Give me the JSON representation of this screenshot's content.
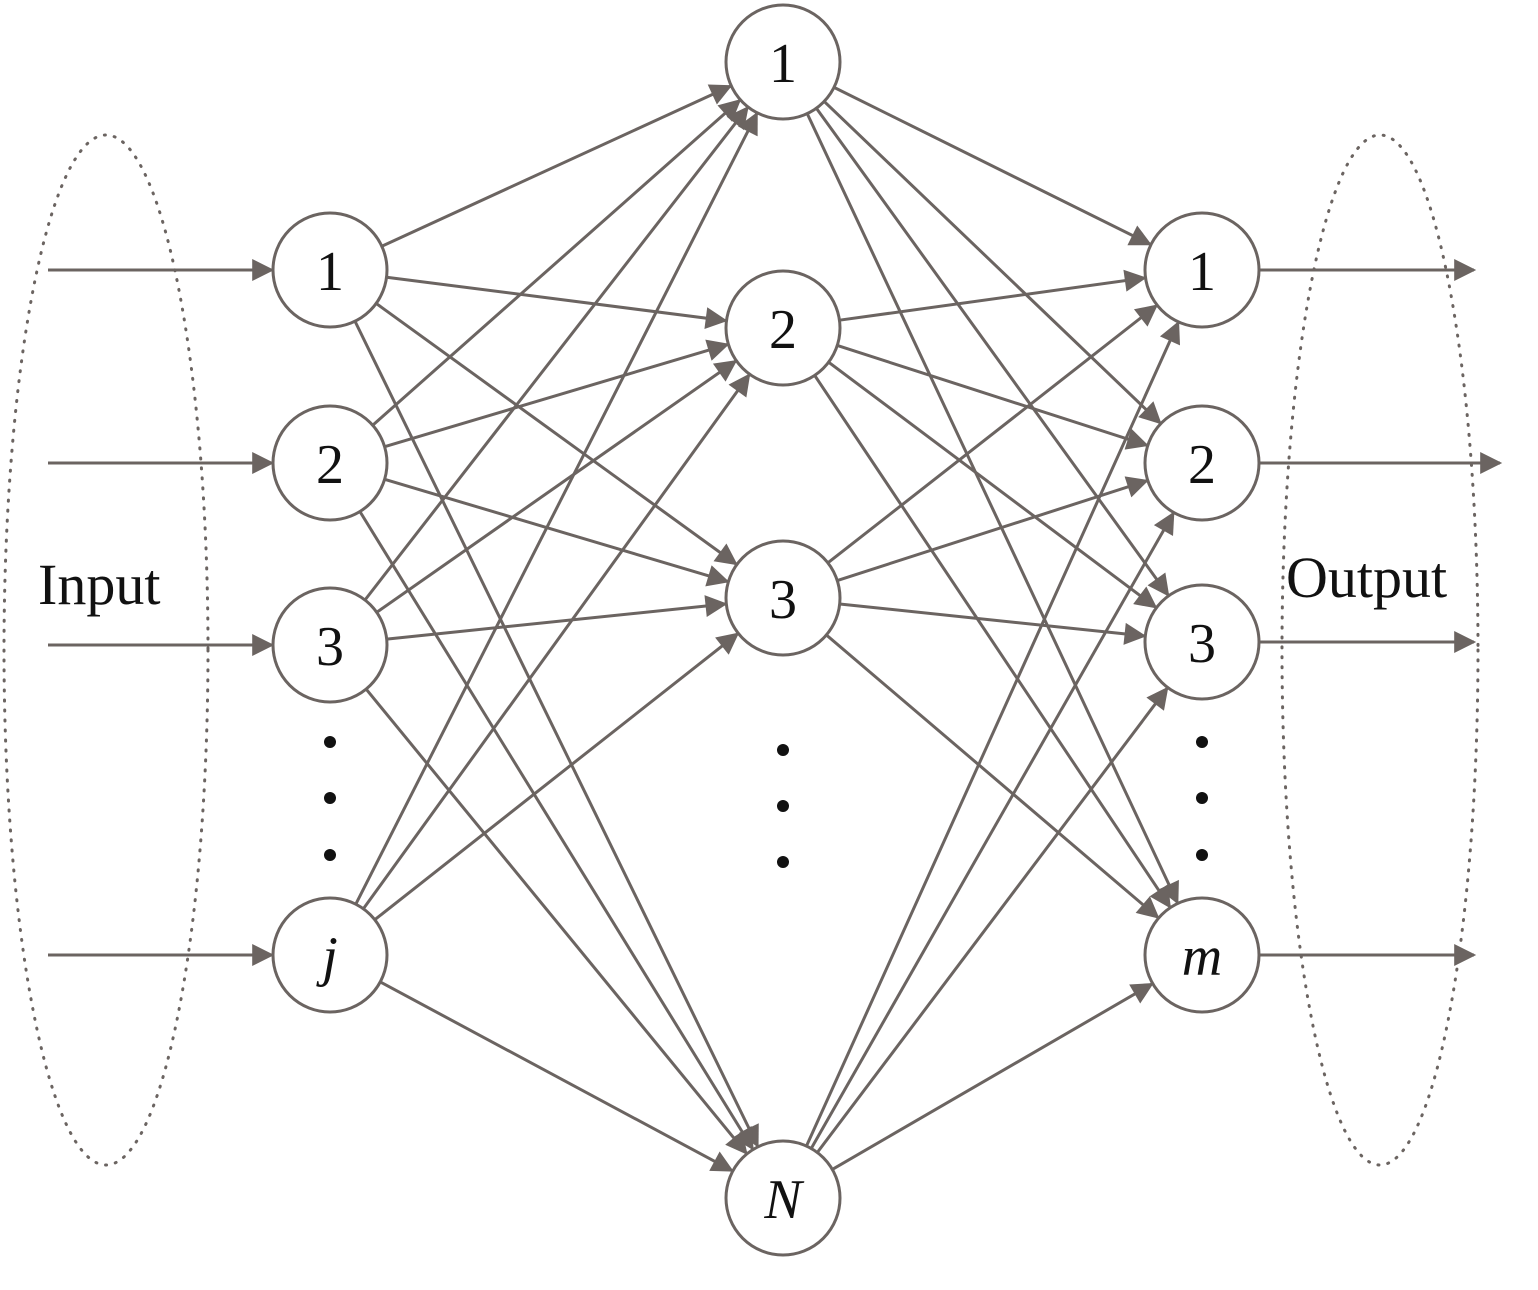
{
  "diagram": {
    "input_label": "Input",
    "output_label": "Output",
    "layers": [
      {
        "name": "input",
        "nodes": [
          {
            "id": "in1",
            "label": "1",
            "italic": false
          },
          {
            "id": "in2",
            "label": "2",
            "italic": false
          },
          {
            "id": "in3",
            "label": "3",
            "italic": false
          },
          {
            "id": "inj",
            "label": "j",
            "italic": true
          }
        ]
      },
      {
        "name": "hidden",
        "nodes": [
          {
            "id": "h1",
            "label": "1",
            "italic": false
          },
          {
            "id": "h2",
            "label": "2",
            "italic": false
          },
          {
            "id": "h3",
            "label": "3",
            "italic": false
          },
          {
            "id": "hN",
            "label": "N",
            "italic": true
          }
        ]
      },
      {
        "name": "output",
        "nodes": [
          {
            "id": "o1",
            "label": "1",
            "italic": false
          },
          {
            "id": "o2",
            "label": "2",
            "italic": false
          },
          {
            "id": "o3",
            "label": "3",
            "italic": false
          },
          {
            "id": "om",
            "label": "m",
            "italic": true
          }
        ]
      }
    ],
    "connections": "fully-connected",
    "colors": {
      "stroke": "#6b6461",
      "text": "#111111",
      "background": "#ffffff"
    }
  }
}
